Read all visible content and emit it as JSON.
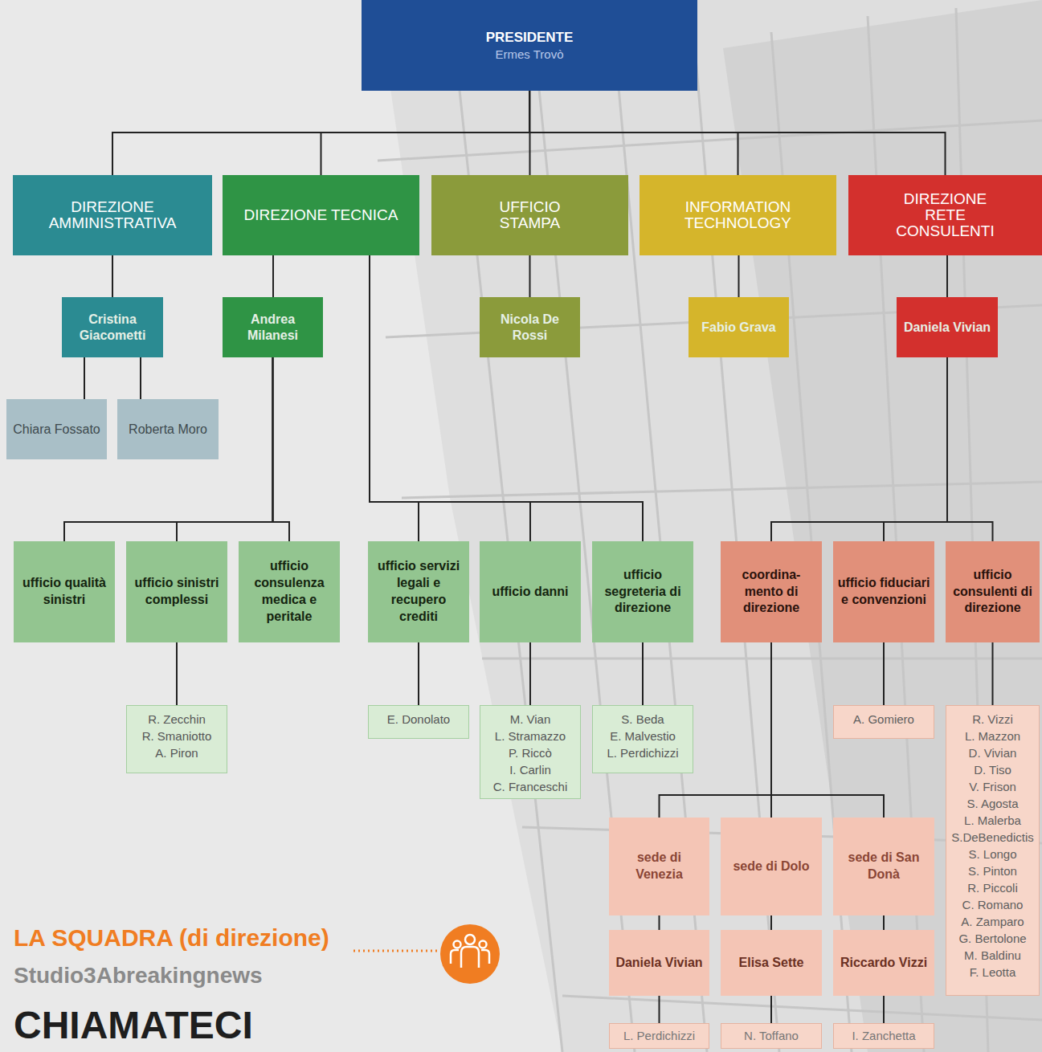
{
  "diagram": {
    "title": "LA SQUADRA (di direzione)",
    "nodes": [
      {
        "text": [
          "PRESIDENTE",
          "Ermes Trovò"
        ]
      },
      {
        "text": [
          "DIREZIONE AMMINISTRATIVA"
        ]
      },
      {
        "text": [
          "DIREZIONE TECNICA"
        ]
      },
      {
        "text": [
          "UFFICIO STAMPA"
        ]
      },
      {
        "text": [
          "INFORMATION TECHNOLOGY"
        ]
      },
      {
        "text": [
          "DIREZIONE RETE CONSULENTI"
        ]
      },
      {
        "text": [
          "Cristina Giacometti"
        ]
      },
      {
        "text": [
          "Andrea Milanesi"
        ]
      },
      {
        "text": [
          "Nicola De Rossi"
        ]
      },
      {
        "text": [
          "Fabio Grava"
        ]
      },
      {
        "text": [
          "Daniela Vivian"
        ]
      },
      {
        "text": [
          "Chiara Fossato"
        ]
      },
      {
        "text": [
          "Roberta Moro"
        ]
      },
      {
        "text": [
          "ufficio qualità sinistri"
        ]
      },
      {
        "text": [
          "ufficio sinistri complessi"
        ]
      },
      {
        "text": [
          "ufficio consulenza medica e peritale"
        ]
      },
      {
        "text": [
          "ufficio servizi legali e recupero crediti"
        ]
      },
      {
        "text": [
          "ufficio danni"
        ]
      },
      {
        "text": [
          "ufficio segreteria di direzione"
        ]
      },
      {
        "text": [
          "coordina- mento di direzione"
        ]
      },
      {
        "text": [
          "ufficio fiduciari e convenzioni"
        ]
      },
      {
        "text": [
          "ufficio consulenti di direzione"
        ]
      },
      {
        "text": [
          "R. Zecchin",
          "R. Smaniotto",
          "A. Piron"
        ]
      },
      {
        "text": [
          "E. Donolato"
        ]
      },
      {
        "text": [
          "M. Vian",
          "L. Stramazzo",
          "P. Riccò",
          "I. Carlin",
          "C. Franceschi"
        ]
      },
      {
        "text": [
          "S. Beda",
          "E. Malvestio",
          "L. Perdichizzi"
        ]
      },
      {
        "text": [
          "A. Gomiero"
        ]
      },
      {
        "text": [
          "R. Vizzi",
          "L. Mazzon",
          "D. Vivian",
          "D. Tiso",
          "V. Frison",
          "S. Agosta",
          "L. Malerba",
          "S.DeBenedictis",
          "S. Longo",
          "S. Pinton",
          "R. Piccoli",
          "C. Romano",
          "A. Zamparo",
          "G. Bertolone",
          "M. Baldinu",
          "F. Leotta"
        ]
      },
      {
        "text": [
          "sede di Venezia"
        ]
      },
      {
        "text": [
          "sede di Dolo"
        ]
      },
      {
        "text": [
          "sede di San Donà"
        ]
      },
      {
        "text": [
          "Daniela Vivian"
        ]
      },
      {
        "text": [
          "Elisa Sette"
        ]
      },
      {
        "text": [
          "Riccardo Vizzi"
        ]
      },
      {
        "text": [
          "L. Perdichizzi"
        ]
      },
      {
        "text": [
          "N. Toffano"
        ]
      },
      {
        "text": [
          "I. Zanchetta"
        ]
      }
    ],
    "edges": [
      {
        "from": 0,
        "to": 1,
        "arrow": "none"
      },
      {
        "from": 0,
        "to": 2,
        "arrow": "none"
      },
      {
        "from": 0,
        "to": 3,
        "arrow": "none"
      },
      {
        "from": 0,
        "to": 4,
        "arrow": "none"
      },
      {
        "from": 0,
        "to": 5,
        "arrow": "none"
      },
      {
        "from": 1,
        "to": 6,
        "arrow": "none"
      },
      {
        "from": 2,
        "to": 7,
        "arrow": "none"
      },
      {
        "from": 3,
        "to": 8,
        "arrow": "none"
      },
      {
        "from": 4,
        "to": 9,
        "arrow": "none"
      },
      {
        "from": 5,
        "to": 10,
        "arrow": "none"
      },
      {
        "from": 6,
        "to": 11,
        "arrow": "none"
      },
      {
        "from": 6,
        "to": 12,
        "arrow": "none"
      },
      {
        "from": 7,
        "to": 13,
        "arrow": "none"
      },
      {
        "from": 7,
        "to": 14,
        "arrow": "none"
      },
      {
        "from": 7,
        "to": 15,
        "arrow": "none"
      },
      {
        "from": 2,
        "to": 16,
        "arrow": "none"
      },
      {
        "from": 2,
        "to": 17,
        "arrow": "none"
      },
      {
        "from": 2,
        "to": 18,
        "arrow": "none"
      },
      {
        "from": 10,
        "to": 19,
        "arrow": "none"
      },
      {
        "from": 10,
        "to": 20,
        "arrow": "none"
      },
      {
        "from": 10,
        "to": 21,
        "arrow": "none"
      },
      {
        "from": 14,
        "to": 22,
        "arrow": "none"
      },
      {
        "from": 16,
        "to": 23,
        "arrow": "none"
      },
      {
        "from": 17,
        "to": 24,
        "arrow": "none"
      },
      {
        "from": 18,
        "to": 25,
        "arrow": "none"
      },
      {
        "from": 20,
        "to": 26,
        "arrow": "none"
      },
      {
        "from": 21,
        "to": 27,
        "arrow": "none"
      },
      {
        "from": 19,
        "to": 28,
        "arrow": "none"
      },
      {
        "from": 19,
        "to": 29,
        "arrow": "none"
      },
      {
        "from": 19,
        "to": 30,
        "arrow": "none"
      },
      {
        "from": 28,
        "to": 31,
        "arrow": "none"
      },
      {
        "from": 29,
        "to": 32,
        "arrow": "none"
      },
      {
        "from": 30,
        "to": 33,
        "arrow": "none"
      },
      {
        "from": 31,
        "to": 34,
        "arrow": "none"
      },
      {
        "from": 32,
        "to": 35,
        "arrow": "none"
      },
      {
        "from": 33,
        "to": 36,
        "arrow": "none"
      }
    ],
    "labels": [
      "Studio3Abreakingnews",
      "CHIAMATECI"
    ]
  }
}
